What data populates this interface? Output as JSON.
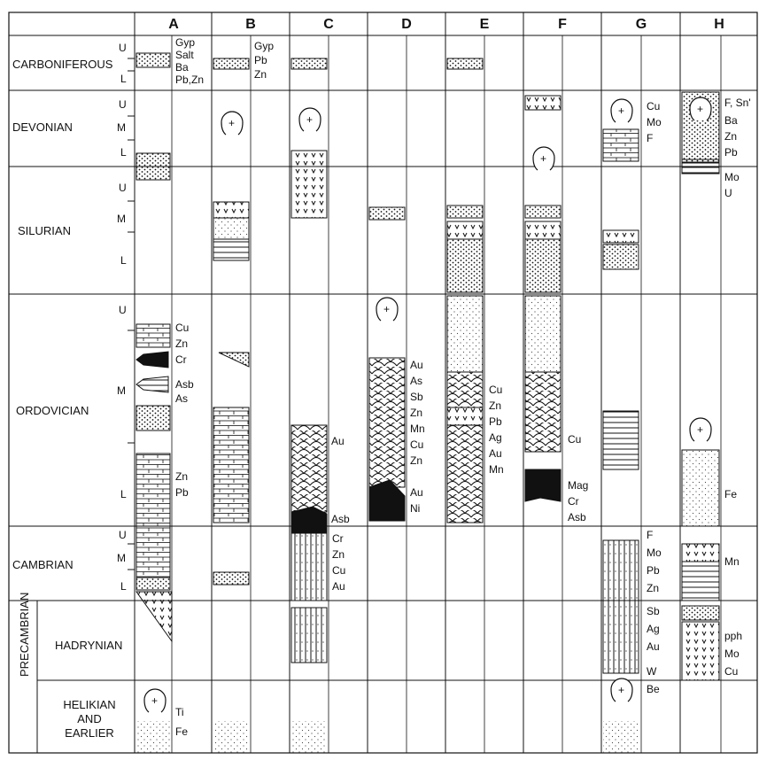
{
  "columns": [
    "A",
    "B",
    "C",
    "D",
    "E",
    "F",
    "G",
    "H"
  ],
  "periods": {
    "carboniferous": "CARBONIFEROUS",
    "devonian": "DEVONIAN",
    "silurian": "SILURIAN",
    "ordovician": "ORDOVICIAN",
    "cambrian": "CAMBRIAN",
    "precambrian": "PRECAMBRIAN",
    "hadrynian": "HADRYNIAN",
    "helikian": [
      "HELIKIAN",
      "AND",
      "EARLIER"
    ]
  },
  "subdivisions": {
    "upper": "U",
    "middle": "M",
    "lower": "L"
  },
  "minerals": {
    "A_carb": [
      "Gyp",
      "Salt",
      "Ba",
      "Pb,Zn"
    ],
    "B_carb": [
      "Gyp",
      "Pb",
      "Zn"
    ],
    "A_ord_upper": [
      "Cu",
      "Zn",
      "Cr",
      "Asb",
      "As"
    ],
    "A_ord_lower": [
      "Zn",
      "Pb"
    ],
    "A_hel": [
      "Ti",
      "Fe"
    ],
    "C_ord": [
      "Au"
    ],
    "C_asb": [
      "Asb"
    ],
    "C_camb": [
      "Cr",
      "Zn",
      "Cu",
      "Au"
    ],
    "D_ord": [
      "Au",
      "As",
      "Sb",
      "Zn",
      "Mn",
      "Cu",
      "Zn"
    ],
    "D_ord_lower": [
      "Au",
      "Ni"
    ],
    "E_ord": [
      "Cu",
      "Zn",
      "Pb",
      "Ag",
      "Au",
      "Mn"
    ],
    "F_ord_cu": [
      "Cu"
    ],
    "F_ord_lower": [
      "Mag",
      "Cr",
      "Asb"
    ],
    "G_dev": [
      "Cu",
      "Mo",
      "F"
    ],
    "G_camb": [
      "F",
      "Mo",
      "Pb",
      "Zn",
      "Sb",
      "Ag",
      "Au",
      "W",
      "Be"
    ],
    "H_dev": [
      "F, Sn'",
      "Ba",
      "Zn",
      "Pb",
      "Mo",
      "U"
    ],
    "H_ord": [
      "Fe"
    ],
    "H_camb": [
      "Mn"
    ],
    "H_had": [
      "pph",
      "Mo",
      "Cu"
    ]
  }
}
